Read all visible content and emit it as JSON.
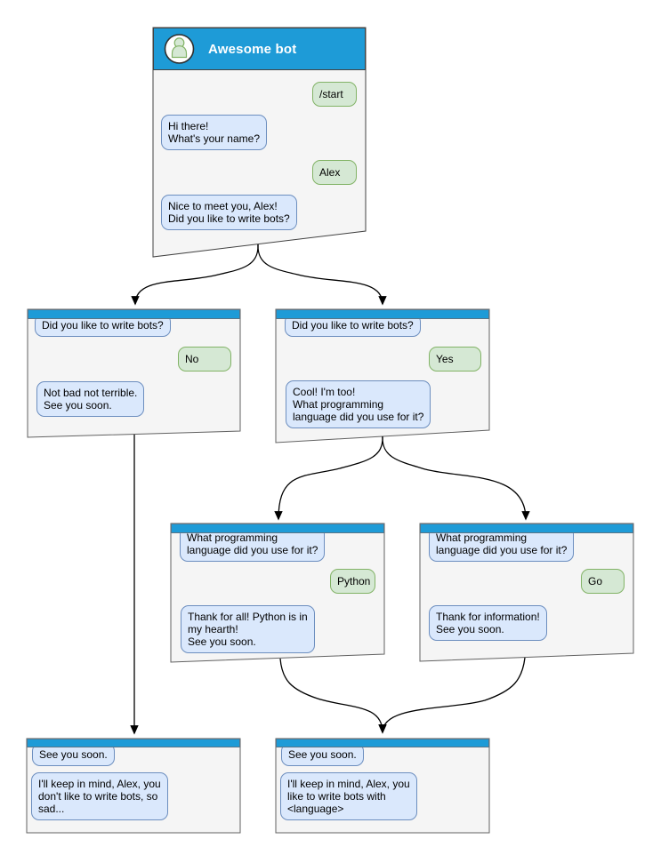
{
  "diagram": {
    "type": "chatbot-conversation-flowchart",
    "colors": {
      "header_blue": "#1E9BD7",
      "bot_bubble_fill": "#DAE8FC",
      "bot_bubble_border": "#6C8EBF",
      "user_bubble_fill": "#D5E8D4",
      "user_bubble_border": "#82B366",
      "window_fill": "#F5F5F5",
      "window_border": "#616161",
      "arrow": "#000000"
    },
    "nodes": {
      "main": {
        "title": "Awesome bot",
        "messages": [
          {
            "from": "user",
            "text": "/start"
          },
          {
            "from": "bot",
            "text": "Hi there!\nWhat's your name?"
          },
          {
            "from": "user",
            "text": "Alex"
          },
          {
            "from": "bot",
            "text": "Nice to meet you, Alex!\nDid you like to write bots?"
          }
        ]
      },
      "branch_no": {
        "messages": [
          {
            "from": "bot",
            "text": "Did you like to write bots?"
          },
          {
            "from": "user",
            "text": "No"
          },
          {
            "from": "bot",
            "text": "Not bad not terrible.\nSee you soon."
          }
        ]
      },
      "branch_yes": {
        "messages": [
          {
            "from": "bot",
            "text": "Did you like to write bots?"
          },
          {
            "from": "user",
            "text": "Yes"
          },
          {
            "from": "bot",
            "text": "Cool! I'm too!\nWhat programming\nlanguage did you use for it?"
          }
        ]
      },
      "branch_python": {
        "messages": [
          {
            "from": "bot",
            "text": "What programming\nlanguage did you use for it?"
          },
          {
            "from": "user",
            "text": "Python"
          },
          {
            "from": "bot",
            "text": "Thank for all! Python is in\nmy hearth!\nSee you soon."
          }
        ]
      },
      "branch_go": {
        "messages": [
          {
            "from": "bot",
            "text": "What programming\nlanguage did you use for it?"
          },
          {
            "from": "user",
            "text": "Go"
          },
          {
            "from": "bot",
            "text": "Thank for information!\nSee you soon."
          }
        ]
      },
      "end_no": {
        "messages": [
          {
            "from": "bot",
            "text": "See you soon."
          },
          {
            "from": "bot",
            "text": "I'll keep in mind, Alex, you\ndon't like to write bots, so\nsad..."
          }
        ]
      },
      "end_yes": {
        "messages": [
          {
            "from": "bot",
            "text": "See you soon."
          },
          {
            "from": "bot",
            "text": "I'll keep in mind, Alex, you\nlike to write bots with\n<language>"
          }
        ]
      }
    },
    "edges": [
      {
        "from": "main",
        "to": "branch_no"
      },
      {
        "from": "main",
        "to": "branch_yes"
      },
      {
        "from": "branch_no",
        "to": "end_no"
      },
      {
        "from": "branch_yes",
        "to": "branch_python"
      },
      {
        "from": "branch_yes",
        "to": "branch_go"
      },
      {
        "from": "branch_python",
        "to": "end_yes"
      },
      {
        "from": "branch_go",
        "to": "end_yes"
      }
    ]
  }
}
